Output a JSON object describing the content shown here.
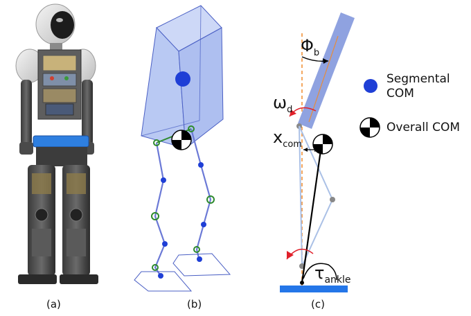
{
  "panels": [
    {
      "caption": "(a)"
    },
    {
      "caption": "(b)"
    },
    {
      "caption": "(c)"
    }
  ],
  "labels": {
    "phi": "Φ",
    "phi_sub": "b",
    "omega": "ω",
    "omega_sub": "d",
    "x": "x",
    "x_sub": "com",
    "tau": "τ",
    "tau_sub": "ankle"
  },
  "legend": {
    "segmental_line1": "Segmental",
    "segmental_line2": "COM",
    "overall": "Overall COM"
  },
  "colors": {
    "box_fill": "#b9c9f3",
    "box_stroke": "#4a5fc4",
    "leg_line": "#6b79d6",
    "com_blue": "#1f3fd6",
    "joint_green": "#2d8a2d",
    "torso_bar": "#8fa2e0",
    "ground_bar": "#2476e8",
    "arrow_red": "#e0202a",
    "dashed_orange": "#f08a2a"
  },
  "icons": [
    "robot-photo",
    "segmental-com-icon",
    "overall-com-icon"
  ]
}
